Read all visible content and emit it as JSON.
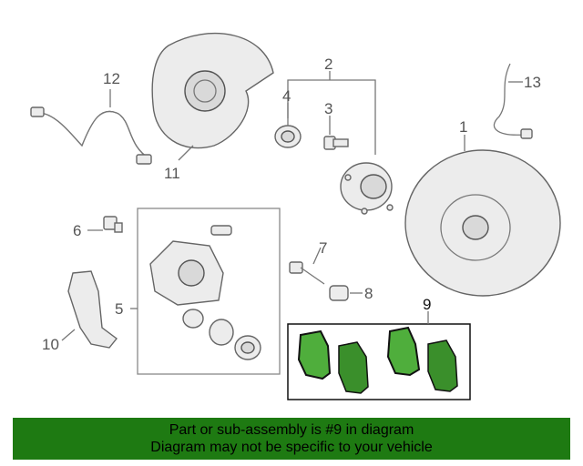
{
  "callouts": {
    "c1": "1",
    "c2": "2",
    "c3": "3",
    "c4": "4",
    "c5": "5",
    "c6": "6",
    "c7": "7",
    "c8": "8",
    "c9": "9",
    "c10": "10",
    "c11": "11",
    "c12": "12",
    "c13": "13"
  },
  "footer": {
    "line1": "Part or sub-assembly is #9 in diagram",
    "line2": "Diagram may not be specific to your vehicle"
  },
  "colors": {
    "highlight": "#4fae3c",
    "footer_bg": "#1e7a12"
  }
}
